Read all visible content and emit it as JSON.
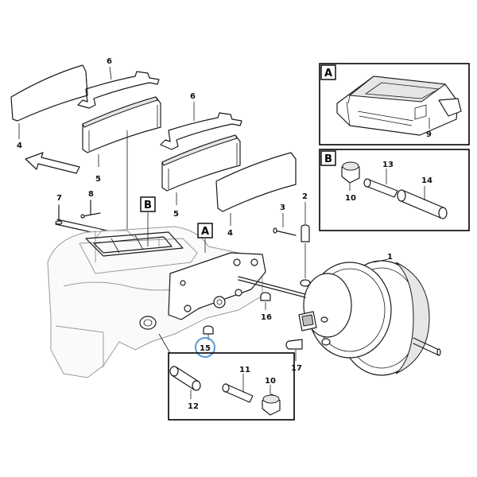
{
  "callouts": {
    "a_label": "A",
    "b_label": "B",
    "inset_a_label": "A",
    "inset_b_label": "B"
  },
  "parts": {
    "p1": "1",
    "p2": "2",
    "p3": "3",
    "p4_left": "4",
    "p4_right": "4",
    "p5_left": "5",
    "p5_right": "5",
    "p6_left": "6",
    "p6_right": "6",
    "p7": "7",
    "p8": "8",
    "p9": "9",
    "p10_inset_b": "10",
    "p10_lower": "10",
    "p11": "11",
    "p12": "12",
    "p13": "13",
    "p14": "14",
    "p15": "15",
    "p16": "16",
    "p17": "17"
  },
  "colors": {
    "highlight": "#5b9bd5"
  }
}
